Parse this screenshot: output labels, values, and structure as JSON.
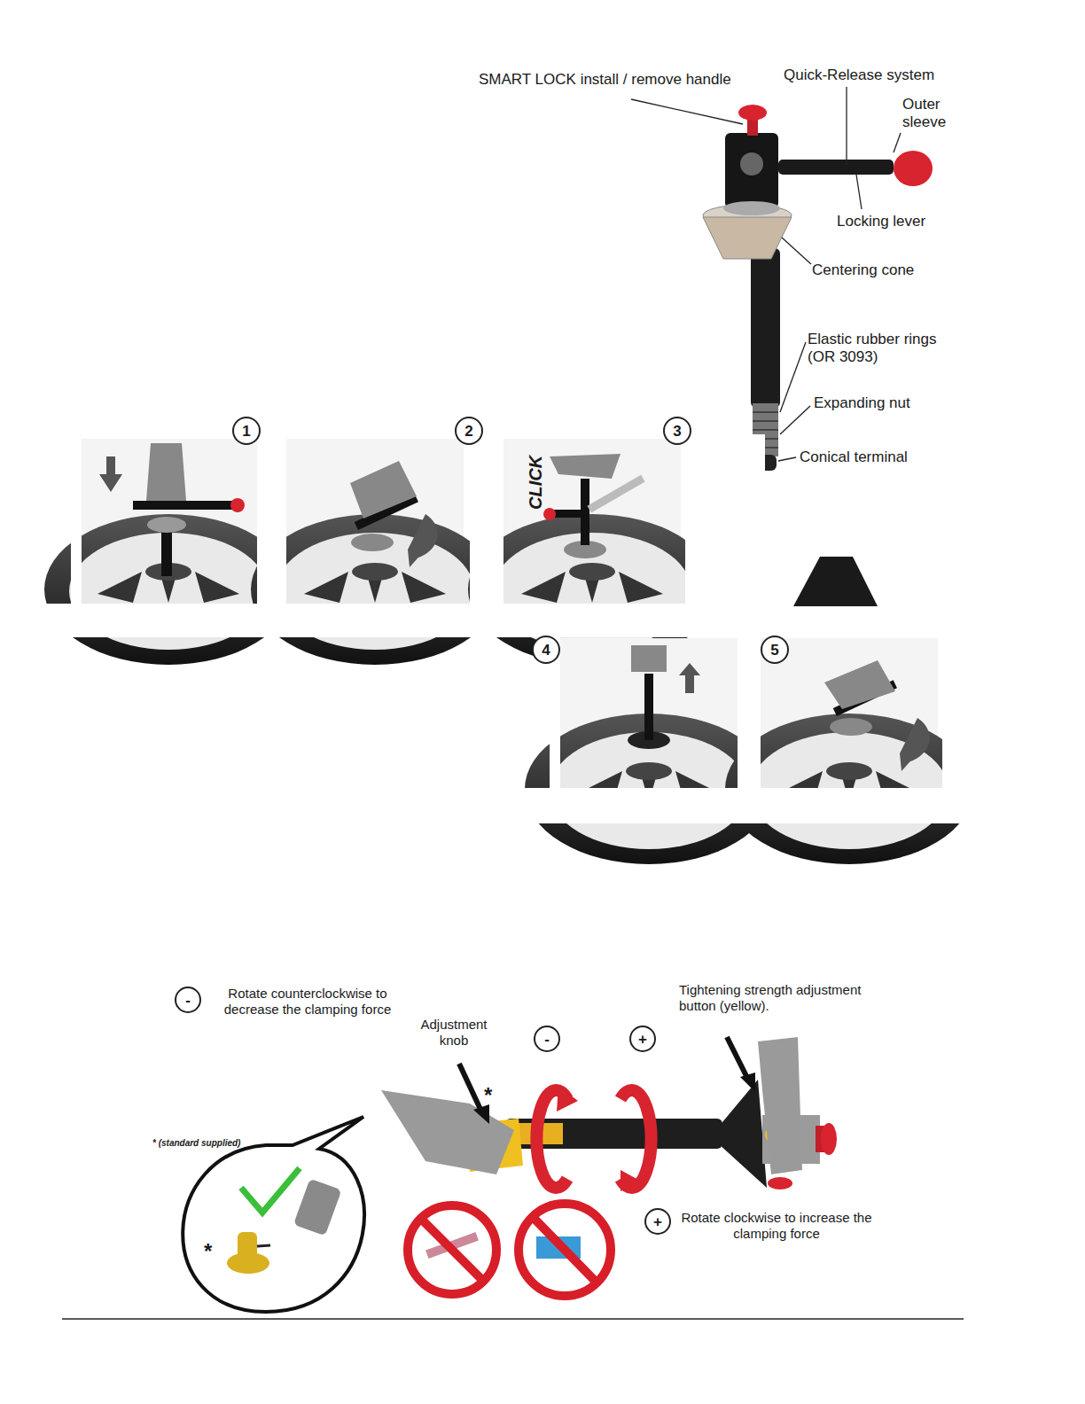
{
  "diagram": {
    "nodes": [
      {
        "text": [
          "1"
        ]
      },
      {
        "text": [
          "2"
        ]
      },
      {
        "text": [
          "3"
        ]
      },
      {
        "text": [
          "4"
        ]
      },
      {
        "text": [
          "5"
        ]
      },
      {
        "text": [
          "-"
        ]
      },
      {
        "text": [
          "-"
        ]
      },
      {
        "text": [
          "+"
        ]
      },
      {
        "text": [
          "+"
        ]
      }
    ],
    "labels": [
      "SMART LOCK install / remove handle",
      "Quick-Release system",
      "Outer sleeve",
      "Locking lever",
      "Centering cone",
      "Elastic rubber rings (OR 3093)",
      "Expanding nut",
      "Conical terminal",
      "CLICK",
      "Rotate counterclockwise to decrease the clamping force",
      "Adjustment knob",
      "*",
      "* (standard supplied)",
      "*",
      "Tightening strength adjustment button (yellow).",
      "Rotate clockwise to increase the clamping force"
    ]
  }
}
